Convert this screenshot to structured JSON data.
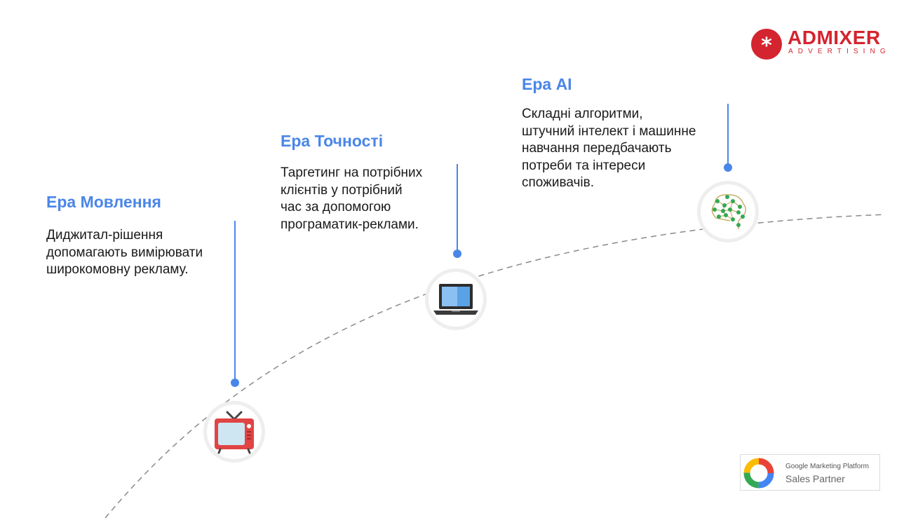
{
  "brand": {
    "name": "ADMIXER",
    "tagline": "ADVERTISING",
    "accent_color": "#d4242f",
    "icon": "asterisk-icon"
  },
  "eras": [
    {
      "title": "Ера Мовлення",
      "description": "Диджитал-рішення\nдопомагають вимірювати\nширокомовну рекламу.",
      "icon": "tv-icon"
    },
    {
      "title": "Ера Точності",
      "description": "Таргетинг на потрібних\nклієнтів у потрібний\nчас за допомогою\nпрограматик-реклами.",
      "icon": "laptop-icon"
    },
    {
      "title": "Ера AI",
      "description": "Складні алгоритми,\nштучний інтелект і машинне\nнавчання передбачають\nпотреби та інтереси\nспоживачів.",
      "icon": "ai-brain-icon"
    }
  ],
  "partner_badge": {
    "line1": "Google Marketing Platform",
    "line2": "Sales Partner",
    "icon": "google-ring-icon"
  },
  "colors": {
    "era_title": "#4a86e8",
    "timeline_line": "#4a86e8",
    "curve": "#8a8a8a"
  }
}
